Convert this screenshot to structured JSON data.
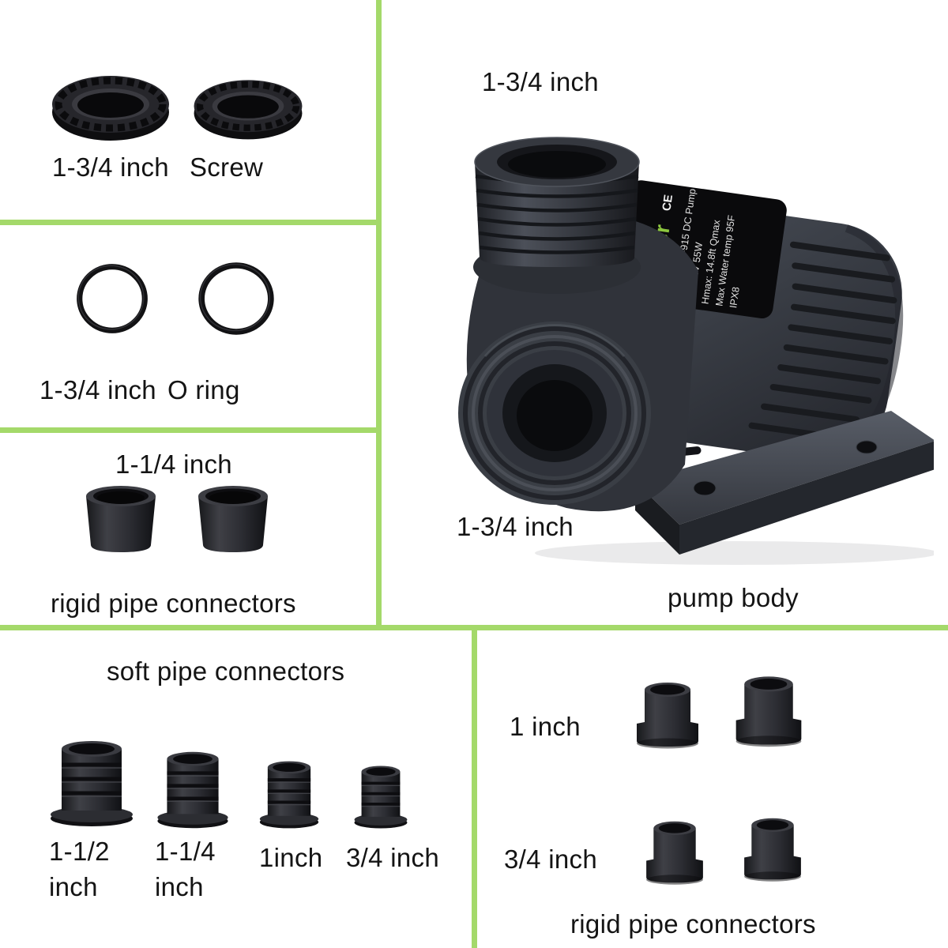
{
  "accent_color": "#a4d96a",
  "text_color": "#141414",
  "brand_green": "#8dc63f",
  "panels": {
    "screw": {
      "size": "1-3/4 inch",
      "name": "Screw"
    },
    "oring": {
      "size": "1-3/4 inch",
      "name": "O ring"
    },
    "rigid_left": {
      "size": "1-1/4 inch",
      "caption": "rigid pipe connectors"
    },
    "pump": {
      "outlet_label": "1-3/4 inch",
      "inlet_label": "1-3/4 inch",
      "caption": "pump body",
      "nameplate": {
        "brand": "hygger",
        "ce": "CE",
        "line1": "Model: HG-915 DC Pump",
        "line2": "DC: 24V  55W",
        "line3": "Hmax: 14.8ft  Qmax",
        "line4": "Max Water temp 95F",
        "line5": "IPX8"
      }
    },
    "soft": {
      "title": "soft pipe connectors",
      "items": [
        {
          "label": "1-1/2 inch"
        },
        {
          "label": "1-1/4 inch"
        },
        {
          "label": "1inch"
        },
        {
          "label": "3/4 inch"
        }
      ]
    },
    "rigid_right": {
      "size_top": "1 inch",
      "size_bottom": "3/4 inch",
      "caption": "rigid pipe connectors"
    }
  }
}
